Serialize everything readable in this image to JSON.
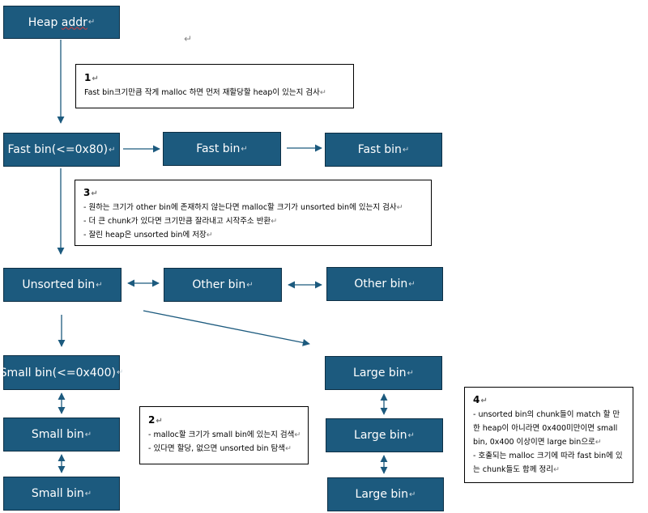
{
  "return_mark": "↵",
  "boxes": {
    "heap_addr": "Heap addr",
    "fast_bin_1": "Fast bin(<=0x80)",
    "fast_bin_2": "Fast bin",
    "fast_bin_3": "Fast bin",
    "unsorted_bin": "Unsorted bin",
    "other_bin_1": "Other bin",
    "other_bin_2": "Other bin",
    "small_bin_1": "Small bin(<=0x400)",
    "small_bin_2": "Small bin",
    "small_bin_3": "Small bin",
    "large_bin_1": "Large bin",
    "large_bin_2": "Large bin",
    "large_bin_3": "Large bin"
  },
  "notes": {
    "note1": {
      "number": "1",
      "lines": [
        "Fast bin크기만큼 작게 malloc 하면 먼저 재할당할 heap이 있는지 검사"
      ]
    },
    "note2": {
      "number": "2",
      "lines": [
        "- malloc할 크기가 small bin에 있는지 검색",
        "- 있다면 할당, 없으면 unsorted bin 탐색"
      ]
    },
    "note3": {
      "number": "3",
      "lines": [
        "- 원하는 크기가 other bin에 존재하지 않는다면 malloc할 크기가 unsorted bin에 있는지 검사",
        "- 더 큰 chunk가 있다면 크기만큼 잘라내고 시작주소 반환",
        "- 잘린 heap은 unsorted bin에 저장"
      ]
    },
    "note4": {
      "number": "4",
      "lines": [
        "- unsorted bin의 chunk들이 match 할 만한 heap이 아니라면 0x400미만이면 small bin, 0x400 이상이면 large bin으로",
        "- 호출되는 malloc 크기에 따라 fast bin에 있는 chunk들도 함께 정리"
      ]
    }
  },
  "colors": {
    "box_fill": "#1c5a7e",
    "box_border": "#0d2f45",
    "arrow": "#1c5a7e"
  }
}
